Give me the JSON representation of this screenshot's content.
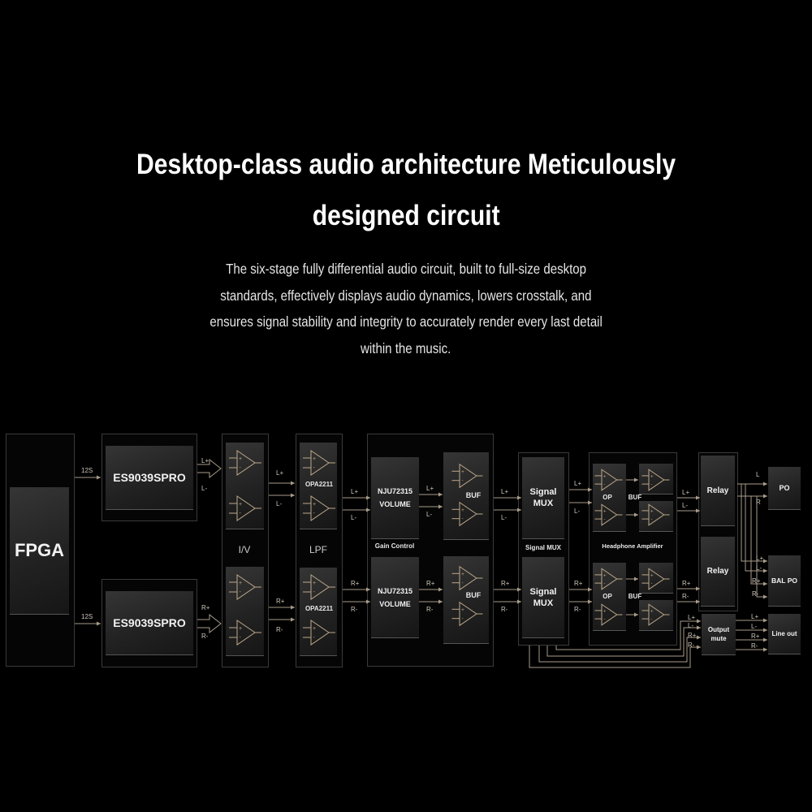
{
  "heading": {
    "line1": "Desktop-class audio architecture Meticulously",
    "line2": "designed circuit"
  },
  "description": [
    "The six-stage fully differential audio circuit, built to full-size desktop",
    "standards, effectively displays audio dynamics, lowers crosstalk, and",
    "ensures signal stability and integrity to accurately render every last detail",
    "within the music."
  ],
  "diagram": {
    "fpga": "FPGA",
    "i2s": "12S",
    "dac": "ES9039SPRO",
    "iv": "I/V",
    "lpf": "LPF",
    "opa": "OPA2211",
    "nju_line1": "NJU72315",
    "nju_line2": "VOLUME",
    "buf": "BUF",
    "gain_control": "Gain Control",
    "mux_line1": "Signal",
    "mux_line2": "MUX",
    "signal_mux": "Signal MUX",
    "op": "OP",
    "headphone_amplifier": "Headphone Amplifier",
    "relay": "Relay",
    "output_mute_line1": "Output",
    "output_mute_line2": "mute",
    "po": "PO",
    "bal_po": "BAL PO",
    "line_out": "Line out",
    "sig": {
      "lp": "L+",
      "lm": "L-",
      "rp": "R+",
      "rm": "R-",
      "l": "L",
      "r": "R"
    }
  },
  "colors": {
    "wire": "#a99c8a",
    "opamp": "#bda88a",
    "background": "#000000"
  }
}
